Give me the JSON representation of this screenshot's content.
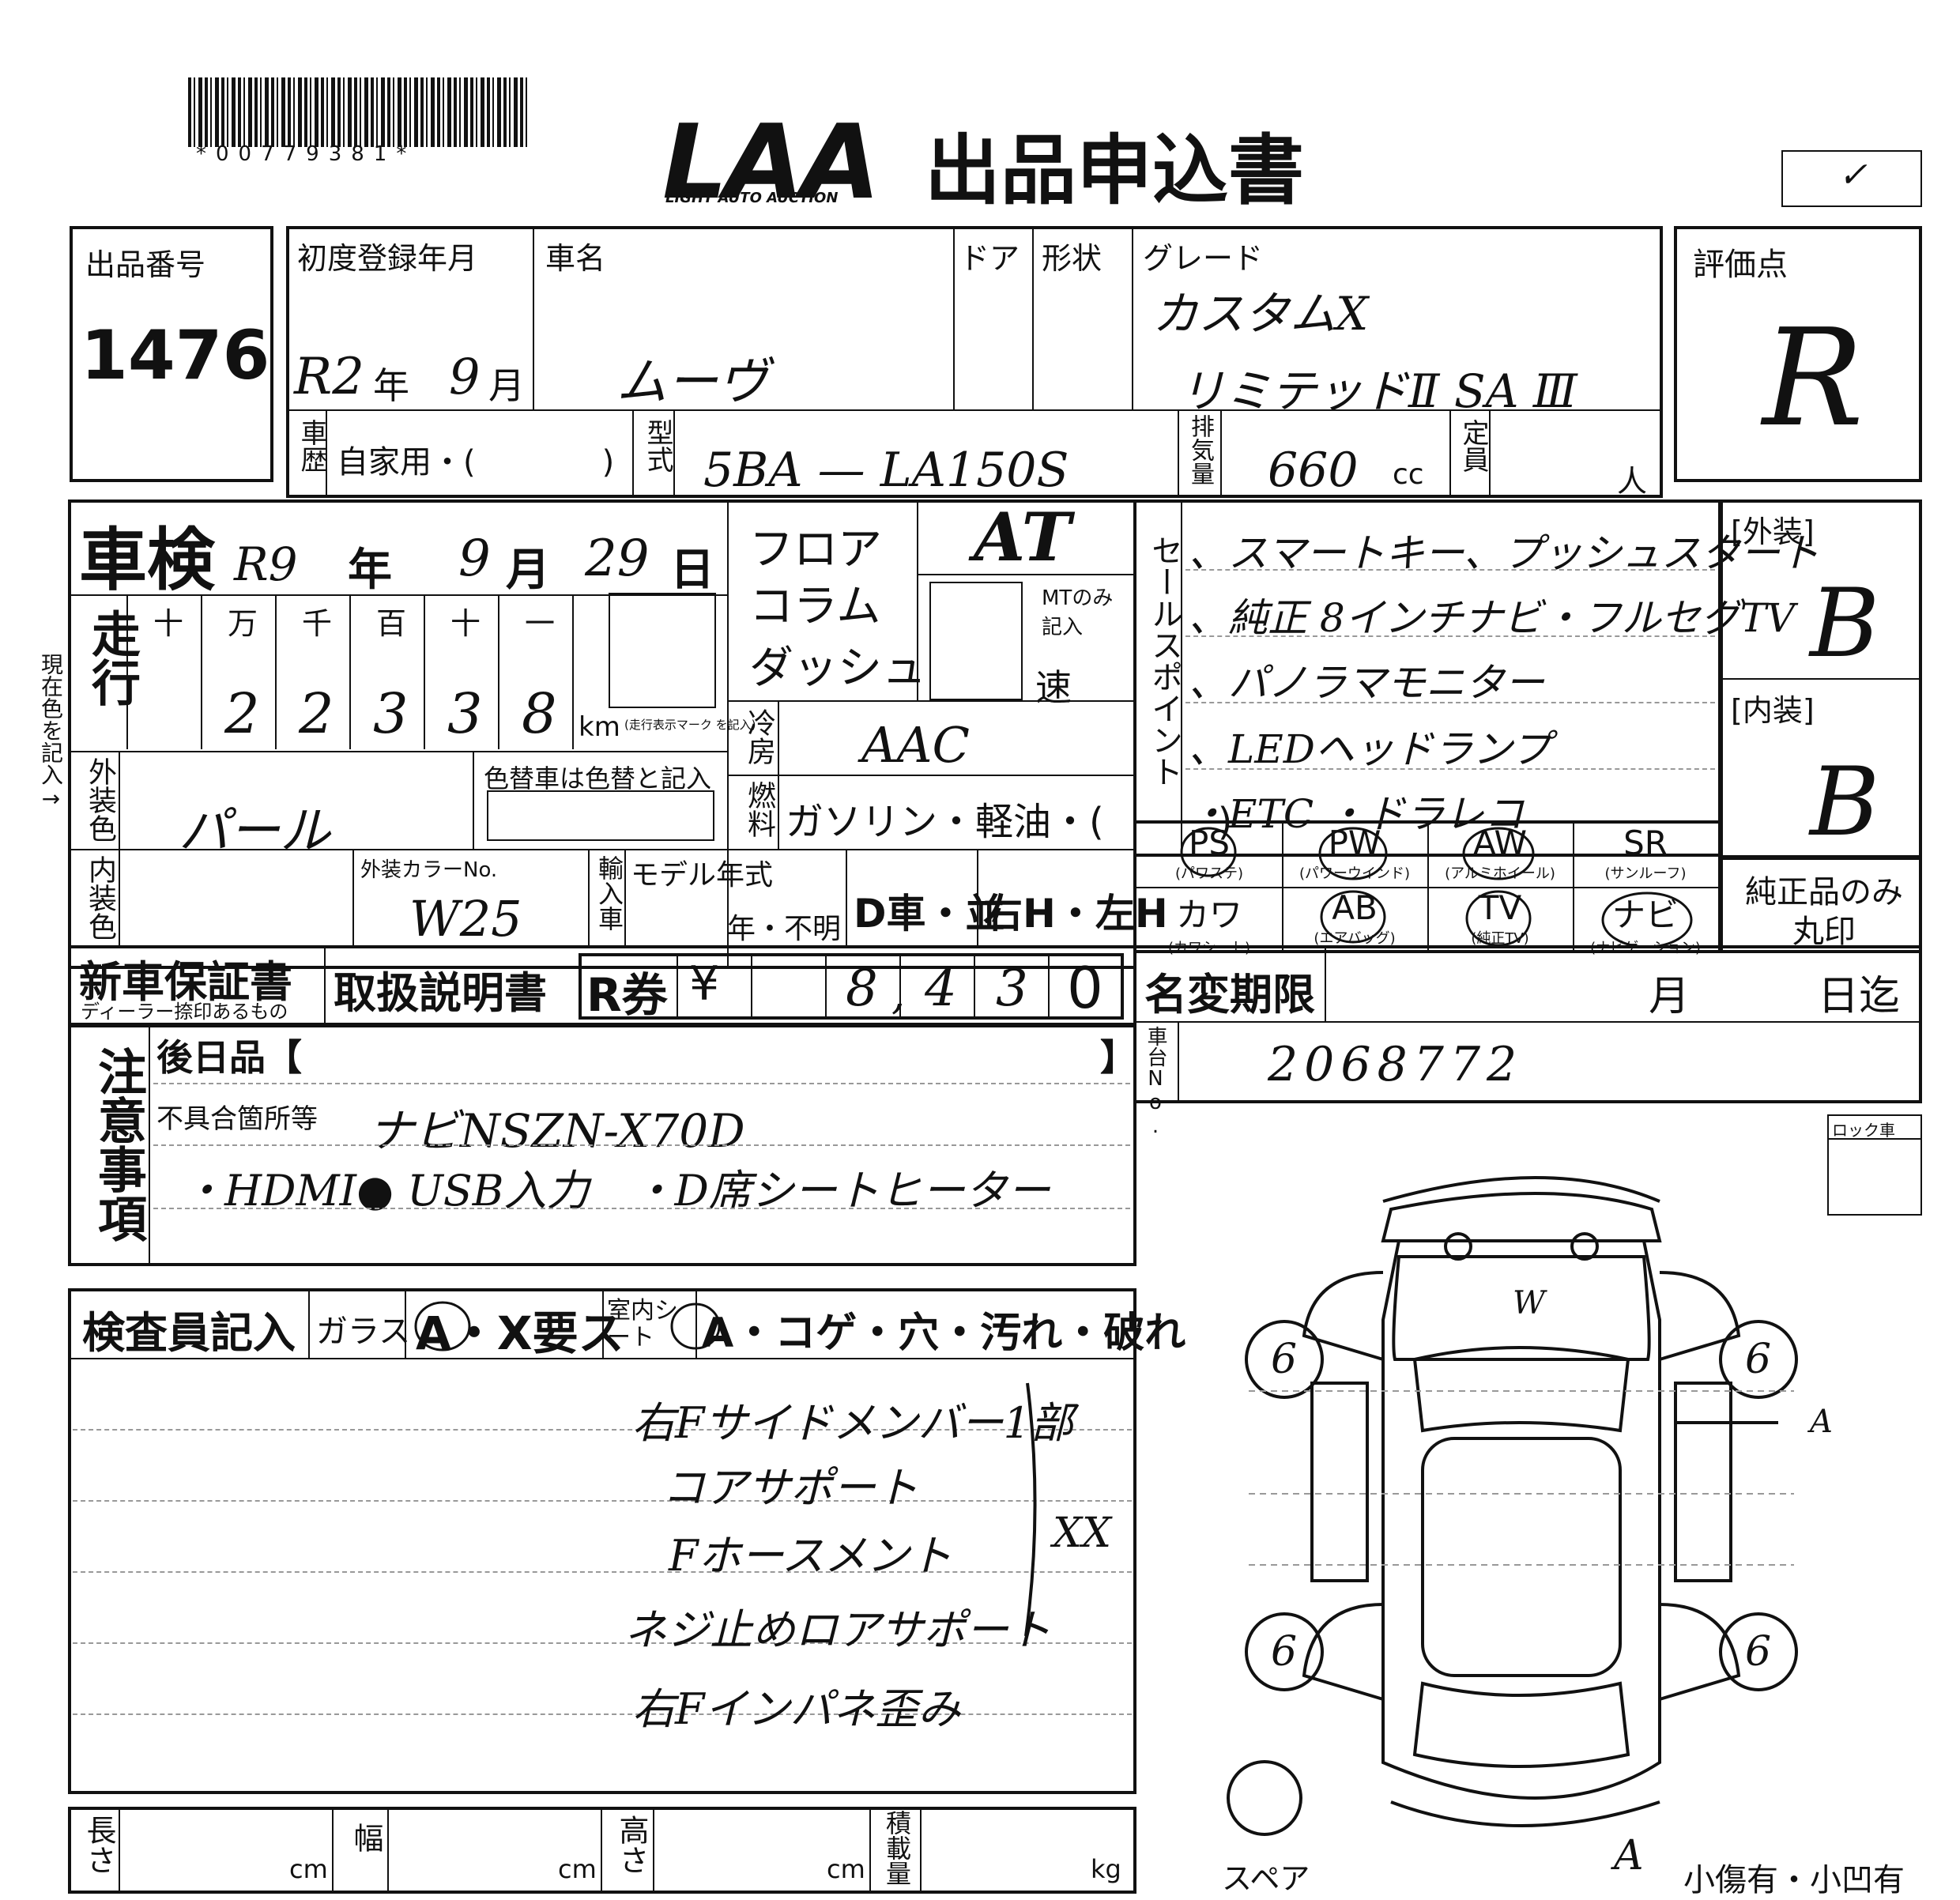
{
  "header": {
    "barcode_number": "*00779381*",
    "logo_text": "LAA",
    "logo_sub": "LIGHT AUTO AUCTION",
    "title": "出品申込書",
    "corner_mark": "✓"
  },
  "lot": {
    "label": "出品番号",
    "value": "1476"
  },
  "registration": {
    "first_reg_label": "初度登録年月",
    "era_year": "R2",
    "year_unit": "年",
    "month": "9",
    "month_unit": "月",
    "car_name_label": "車名",
    "car_name": "ムーヴ",
    "door_label": "ドア",
    "shape_label": "形状",
    "grade_label": "グレード",
    "grade_line1": "カスタムX",
    "grade_line2": "リミテッドⅡ SA Ⅲ",
    "history_label": "車歴",
    "history_value": "自家用・(　　　　)",
    "model_label": "型式",
    "model_value": "5BA — LA150S",
    "displacement_label": "排気量",
    "displacement_value": "660",
    "displacement_unit": "cc",
    "capacity_label": "定員",
    "capacity_unit": "人"
  },
  "score": {
    "label": "評価点",
    "value": "R"
  },
  "inspection": {
    "shaken_label": "車検",
    "shaken_era": "R9",
    "year_unit": "年",
    "month": "9",
    "month_unit": "月",
    "day": "29",
    "day_unit": "日",
    "mileage_label": "走行",
    "mileage_units": [
      "十",
      "万",
      "千",
      "百",
      "十",
      "一"
    ],
    "mileage_digits": [
      "",
      "2",
      "2",
      "3",
      "3",
      "8"
    ],
    "km_label": "km",
    "km_note": "(走行表示マーク を記入)",
    "side_note": "現在色を記入→"
  },
  "transmission": {
    "options": [
      "フロア",
      "コラム",
      "ダッシュ"
    ],
    "value": "AT",
    "mt_note": "MTのみ記入",
    "speed_label": "速"
  },
  "aircon": {
    "label": "冷房",
    "value": "AAC"
  },
  "fuel": {
    "label": "燃料",
    "value": "ガソリン・軽油・(　　　)"
  },
  "color": {
    "ext_label": "外装色",
    "ext_value": "パール",
    "repaint_note": "色替車は色替と記入",
    "int_label": "内装色",
    "color_no_label": "外装カラーNo.",
    "color_no_value": "W25",
    "import_label": "輸入車",
    "model_year_label": "モデル年式",
    "model_year_suffix": "年・不明",
    "dealer": "D車・並",
    "handle": "右H・左H"
  },
  "sales_points": {
    "label": "セールスポイント",
    "items": [
      "、スマートキー、プッシュスタート",
      "、純正 8インチナビ・フルセグTV",
      "、パノラマモニター",
      "、LEDヘッドランプ",
      "・ETC ・ドラレコ"
    ]
  },
  "grades": {
    "exterior_label": "[外装]",
    "exterior_value": "B",
    "interior_label": "[内装]",
    "interior_value": "B",
    "genuine_only": "純正品のみ丸印"
  },
  "equipment": [
    {
      "code": "PS",
      "sub": "(パワステ)"
    },
    {
      "code": "PW",
      "sub": "(パワーウインド)"
    },
    {
      "code": "AW",
      "sub": "(アルミホイール)"
    },
    {
      "code": "SR",
      "sub": "(サンルーフ)"
    },
    {
      "code": "カワ",
      "sub": "(カワシート)"
    },
    {
      "code": "AB",
      "sub": "(エアバッグ)"
    },
    {
      "code": "TV",
      "sub": "(純正TV)"
    },
    {
      "code": "ナビ",
      "sub": "(ナビゲーション)"
    }
  ],
  "documents": {
    "warranty_label": "新車保証書",
    "warranty_sub": "ディーラー捺印あるもの",
    "manual_label": "取扱説明書",
    "recycle_label": "R券",
    "yen": "¥",
    "recycle_digits": [
      "",
      "8",
      ",",
      "4",
      "3",
      "0"
    ]
  },
  "name_change": {
    "label": "名変期限",
    "month": "月",
    "day": "日迄"
  },
  "chassis": {
    "label": "車台No.",
    "value": "2068772"
  },
  "notes": {
    "label": "注意事項",
    "later_label": "後日品【",
    "later_close": "】",
    "defect_label": "不具合箇所等",
    "defect_line1": "ナビNSZN-X70D",
    "defect_line2": "・HDMI● USB入力　・D席シートヒーター"
  },
  "inspector": {
    "label": "検査員記入",
    "glass_label": "ガラス",
    "glass_options": "A・X要ス",
    "interior_label": "室内シート",
    "interior_options": "A・コゲ・穴・汚れ・破れ",
    "remarks": [
      "右Fサイドメンバー1部",
      "コアサポート",
      "Fホースメント",
      "ネジ止めロアサポート",
      "右Fインパネ歪み"
    ],
    "remarks_mark": "XX"
  },
  "dimensions": {
    "length_label": "長さ",
    "width_label": "幅",
    "height_label": "高さ",
    "load_label": "積載量",
    "cm": "cm",
    "kg": "kg"
  },
  "diagram": {
    "lock_label": "ロック車",
    "tire_mark": "6",
    "roof_mark": "W",
    "side_mark": "A",
    "spare_label": "スペア",
    "scratch_label": "小傷有・小凹有"
  }
}
